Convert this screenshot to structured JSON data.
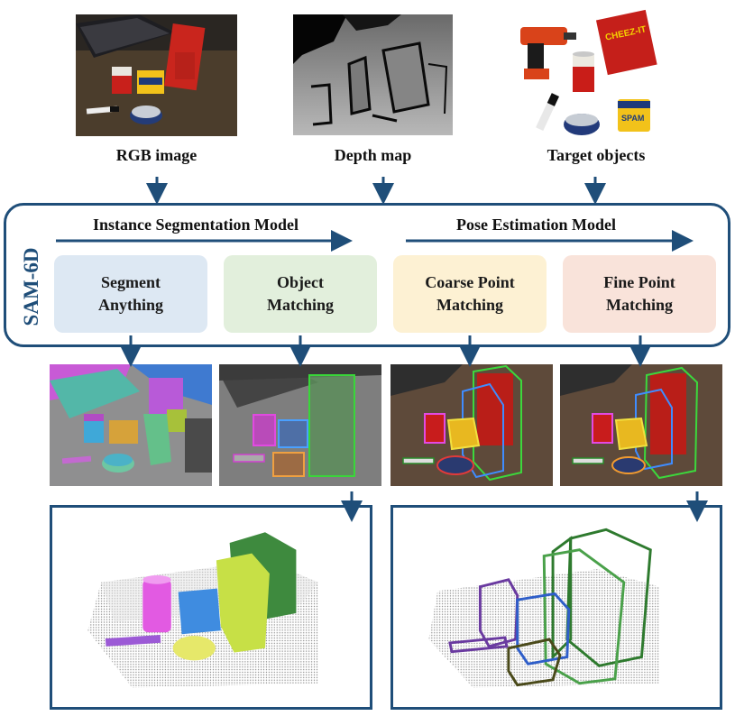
{
  "inputs": {
    "rgb_label": "RGB image",
    "depth_label": "Depth map",
    "targets_label": "Target objects"
  },
  "sam6d": {
    "name": "SAM-6D",
    "ism_title": "Instance Segmentation Model",
    "pem_title": "Pose Estimation Model",
    "modules": [
      {
        "label": "Segment\nAnything",
        "color": "#dde8f3"
      },
      {
        "label": "Object\nMatching",
        "color": "#e2efdc"
      },
      {
        "label": "Coarse Point\nMatching",
        "color": "#fdf1d3"
      },
      {
        "label": "Fine Point\nMatching",
        "color": "#f9e3da"
      }
    ]
  },
  "product_labels": {
    "cheezit": "CHEEZ-IT",
    "spam": "SPAM"
  },
  "colors": {
    "frame": "#1f4e79",
    "arrow": "#1f4e79"
  }
}
